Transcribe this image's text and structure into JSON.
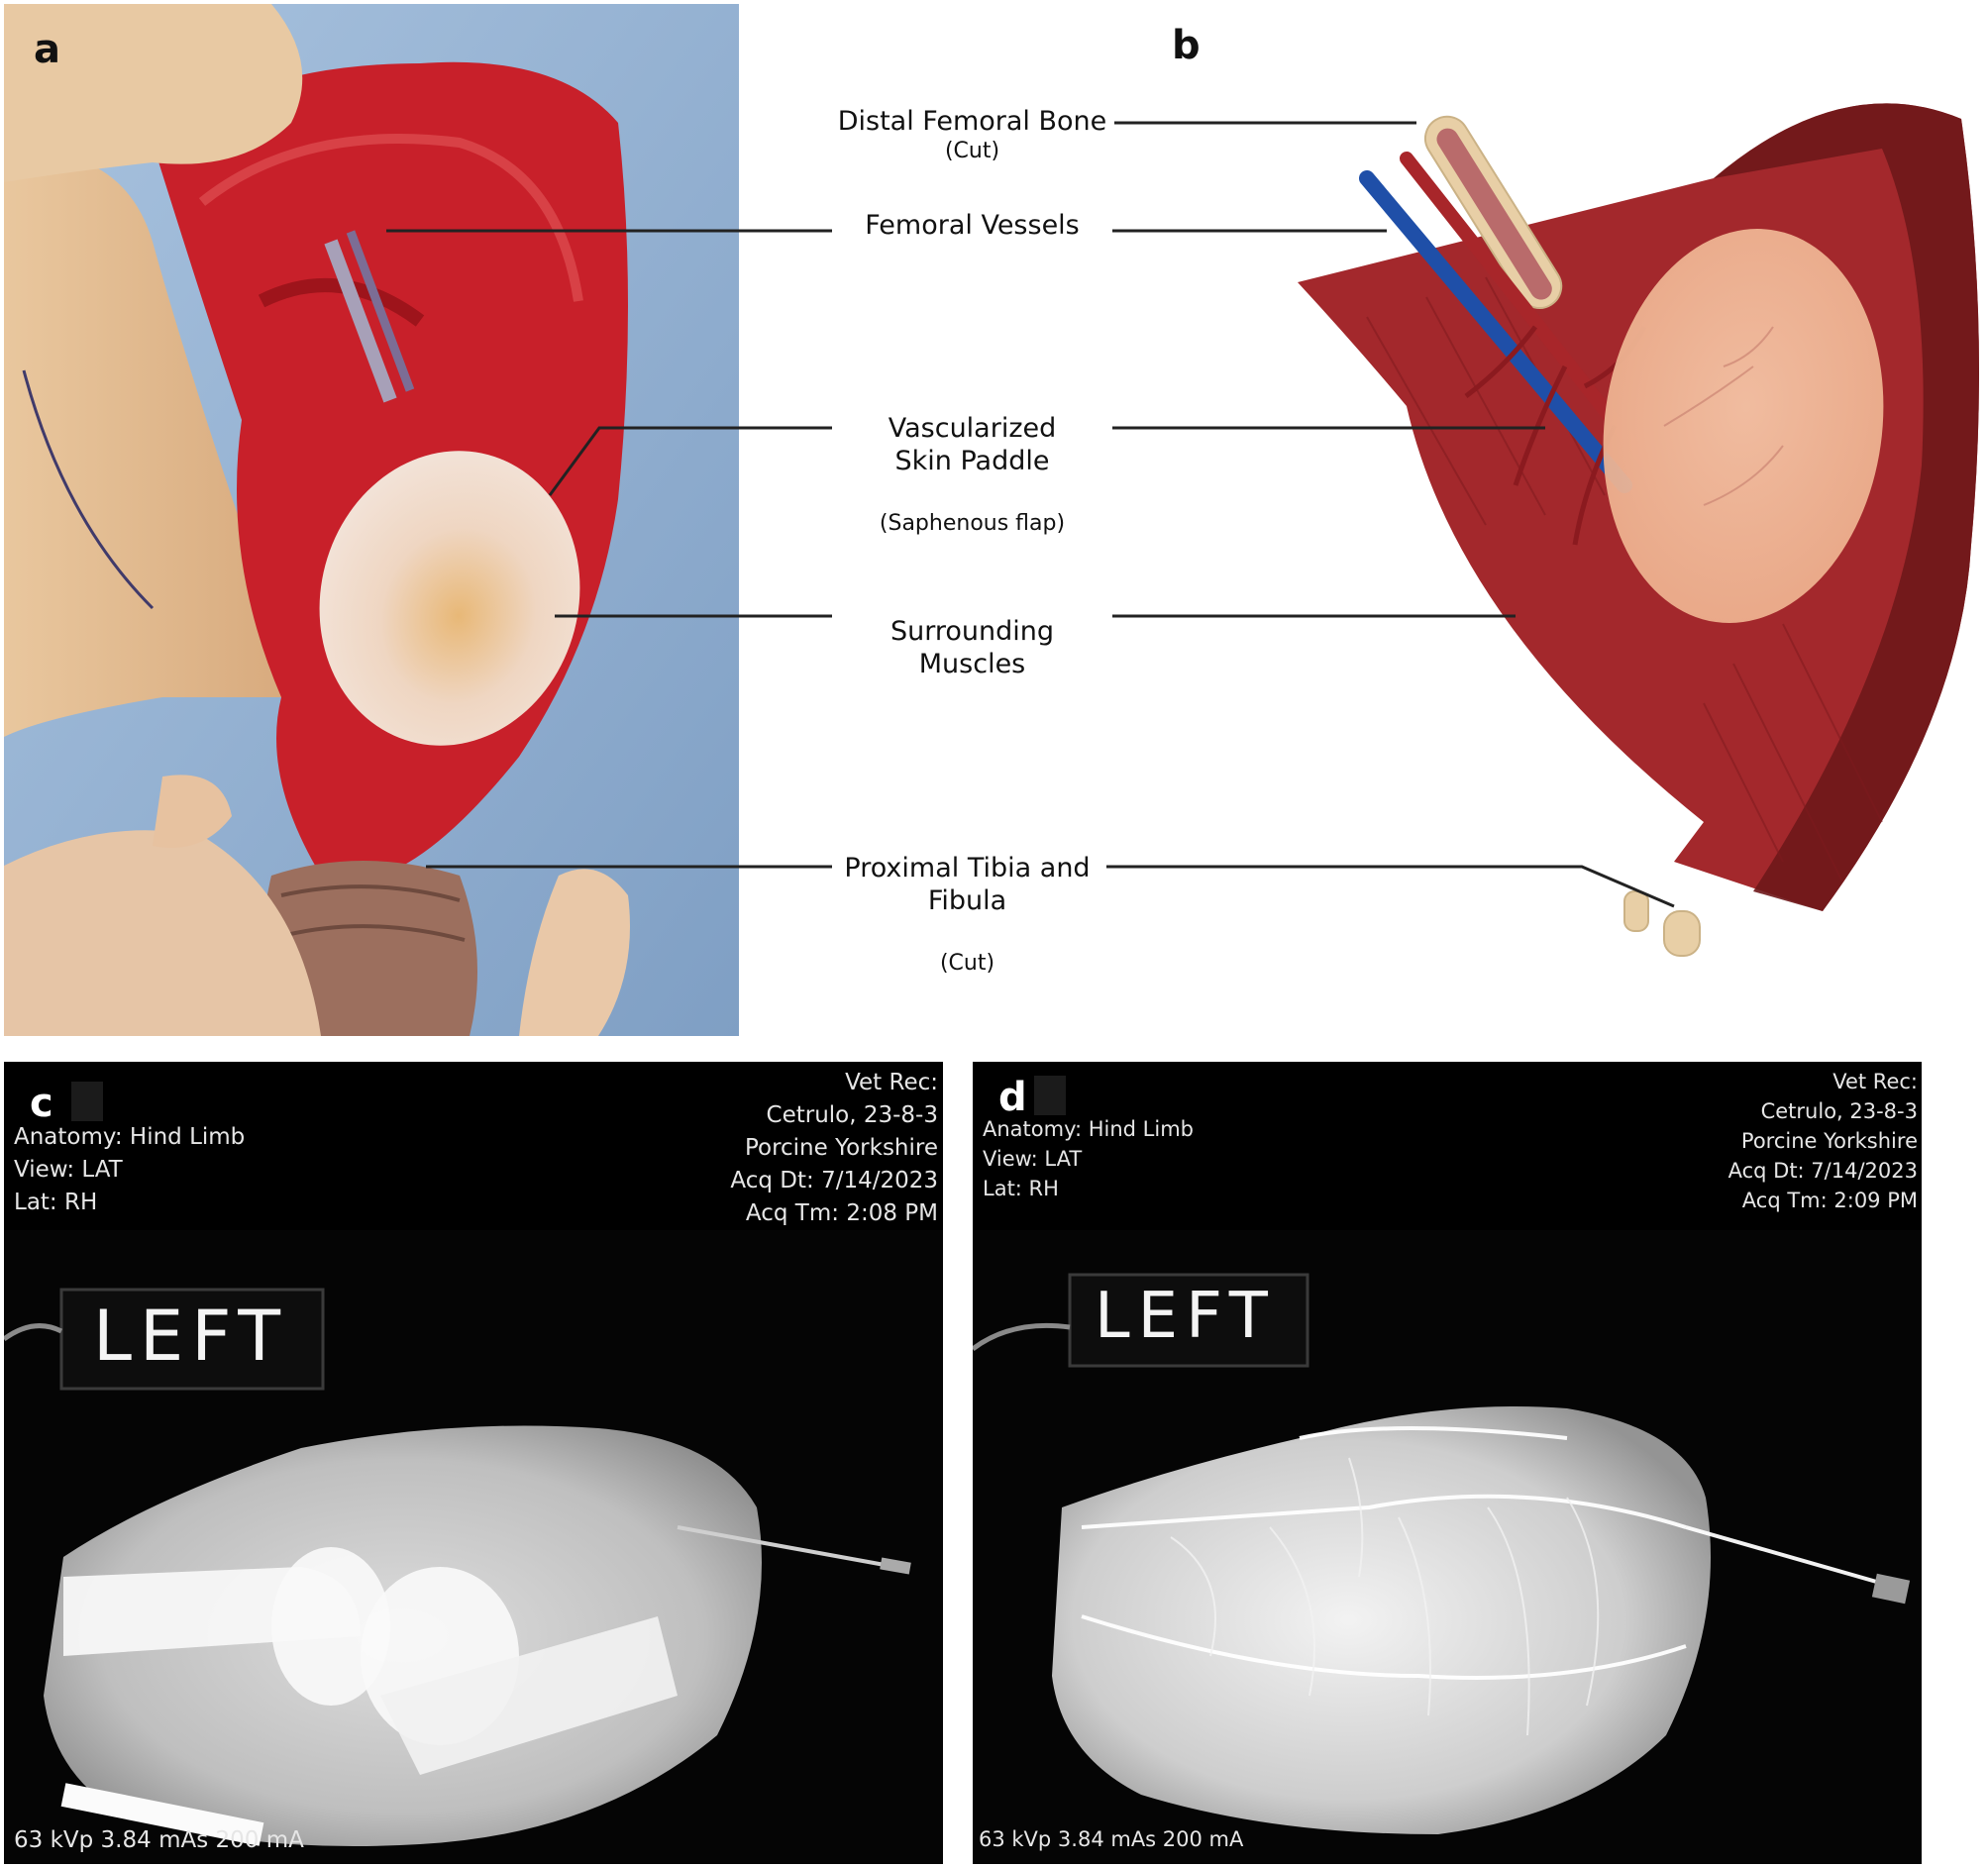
{
  "panel_labels": {
    "a": "a",
    "b": "b",
    "c": "c",
    "d": "d"
  },
  "annotations": [
    {
      "main": "Distal Femoral Bone",
      "sub": "(Cut)"
    },
    {
      "main": "Femoral Vessels",
      "sub": ""
    },
    {
      "main": "Vascularized\nSkin Paddle",
      "sub": "(Saphenous flap)"
    },
    {
      "main": "Surrounding\nMuscles",
      "sub": ""
    },
    {
      "main": "Proximal Tibia and\nFibula",
      "sub": "(Cut)"
    }
  ],
  "xray_c": {
    "left_lines": [
      "Anatomy: Hind Limb",
      "View: LAT",
      "Lat: RH"
    ],
    "right_lines": [
      "Vet Rec:",
      "Cetrulo, 23-8-3",
      "Porcine Yorkshire",
      "Acq Dt: 7/14/2023",
      "Acq Tm: 2:08 PM"
    ],
    "marker": "LEFT",
    "footer": "63 kVp 3.84 mAs 200 mA"
  },
  "xray_d": {
    "left_lines": [
      "Anatomy: Hind Limb",
      "View: LAT",
      "Lat: RH"
    ],
    "right_lines": [
      "Vet Rec:",
      "Cetrulo, 23-8-3",
      "Porcine Yorkshire",
      "Acq Dt: 7/14/2023",
      "Acq Tm: 2:09 PM"
    ],
    "marker": "LEFT",
    "footer": "63 kVp 3.84 mAs 200 mA"
  },
  "colors": {
    "tissue_red": "#c8202a",
    "drape_blue": "#9db8d6",
    "skin_paddle": "#efd9c8",
    "muscle_dark": "#7a1c1c",
    "vein_blue": "#1f4fa8",
    "artery_red": "#a8262a"
  }
}
